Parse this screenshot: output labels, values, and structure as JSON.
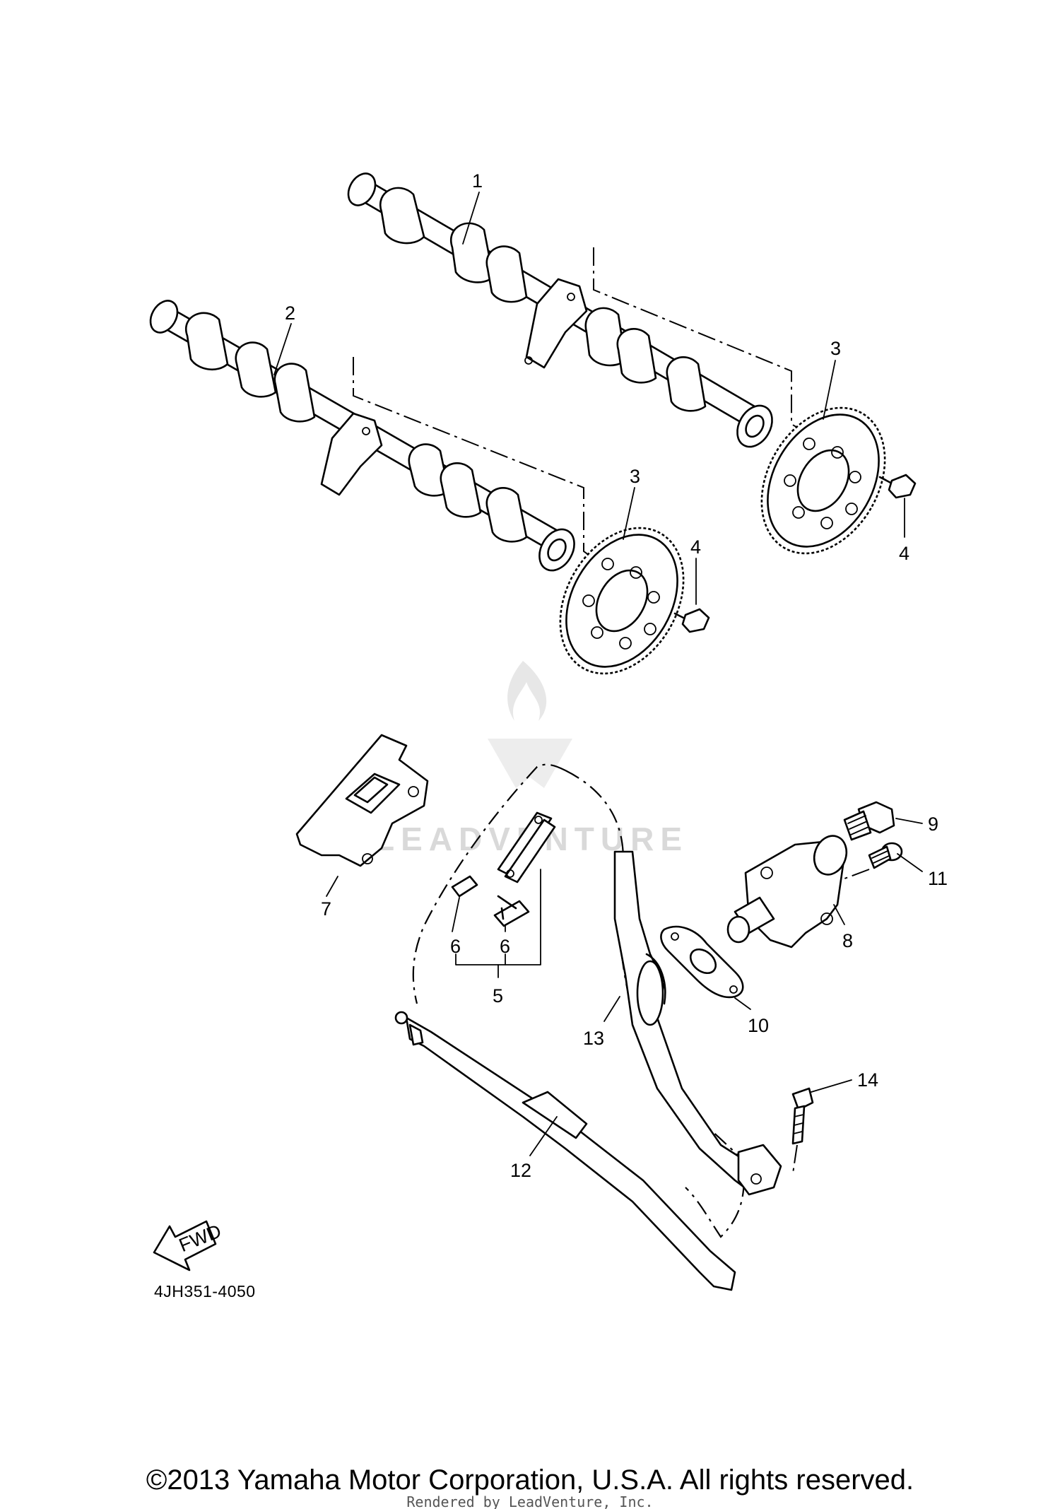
{
  "diagram": {
    "code": "4JH351-4050",
    "direction_label": "FWD",
    "copyright": "©2013 Yamaha Motor Corporation, U.S.A. All rights reserved.",
    "rendered_by": "Rendered by LeadVenture, Inc.",
    "watermark": "LEADVENTURE"
  },
  "callouts": [
    {
      "id": "c1",
      "label": "1"
    },
    {
      "id": "c2",
      "label": "2"
    },
    {
      "id": "c3a",
      "label": "3"
    },
    {
      "id": "c3b",
      "label": "3"
    },
    {
      "id": "c4a",
      "label": "4"
    },
    {
      "id": "c4b",
      "label": "4"
    },
    {
      "id": "c5",
      "label": "5"
    },
    {
      "id": "c6a",
      "label": "6"
    },
    {
      "id": "c6b",
      "label": "6"
    },
    {
      "id": "c7",
      "label": "7"
    },
    {
      "id": "c8",
      "label": "8"
    },
    {
      "id": "c9",
      "label": "9"
    },
    {
      "id": "c10",
      "label": "10"
    },
    {
      "id": "c11",
      "label": "11"
    },
    {
      "id": "c12",
      "label": "12"
    },
    {
      "id": "c13",
      "label": "13"
    },
    {
      "id": "c14",
      "label": "14"
    }
  ]
}
